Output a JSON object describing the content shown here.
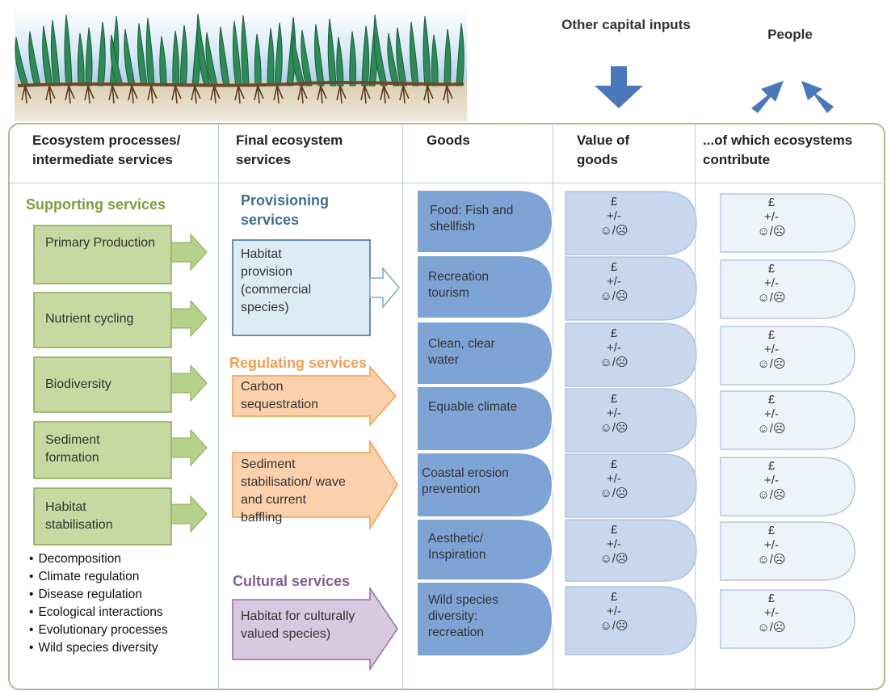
{
  "header": {
    "other_capital_inputs": "Other capital inputs",
    "people": "People"
  },
  "columns": {
    "col1": "Ecosystem processes/ intermediate services",
    "col2": "Final ecosystem services",
    "col3": "Goods",
    "col4": "Value of goods",
    "col5": "...of which ecosystems contribute"
  },
  "supporting": {
    "title": "Supporting services",
    "items": [
      "Primary Production",
      "Nutrient cycling",
      "Biodiversity",
      "Sediment formation",
      "Habitat stabilisation"
    ],
    "bullets": [
      "Decomposition",
      "Climate regulation",
      "Disease regulation",
      "Ecological interactions",
      "Evolutionary processes",
      "Wild species diversity"
    ]
  },
  "provisioning": {
    "title": "Provisioning services",
    "items": [
      "Habitat provision (commercial species)"
    ]
  },
  "regulating": {
    "title": "Regulating services",
    "items": [
      "Carbon sequestration",
      "Sediment stabilisation/ wave and current baffling"
    ]
  },
  "cultural": {
    "title": "Cultural services",
    "items": [
      "Habitat for culturally valued species)"
    ]
  },
  "goods": [
    "Food: Fish and shellfish",
    "Recreation tourism",
    "Clean, clear water",
    "Equable climate",
    "Coastal erosion prevention",
    "Aesthetic/ Inspiration",
    "Wild species diversity: recreation"
  ],
  "value_symbols": {
    "currency": "£",
    "sign": "+/-",
    "faces": "☺/☹"
  },
  "colors": {
    "frame": "#b5b99a",
    "supporting_green": "#7f9c3f",
    "green_box": "#c6d9a0",
    "provisioning_blue": "#3f6e8f",
    "light_blue_box": "#dcecf5",
    "regulating_orange": "#f0a050",
    "orange_box": "#fbd0ac",
    "cultural_purple": "#7f5f8f",
    "purple_box": "#d8c8e0",
    "goods_blue": "#7ea4d6",
    "value_blue": "#c7d7ee",
    "people_blue": "#eef3fa",
    "arrow_blue": "#4a78b8"
  }
}
